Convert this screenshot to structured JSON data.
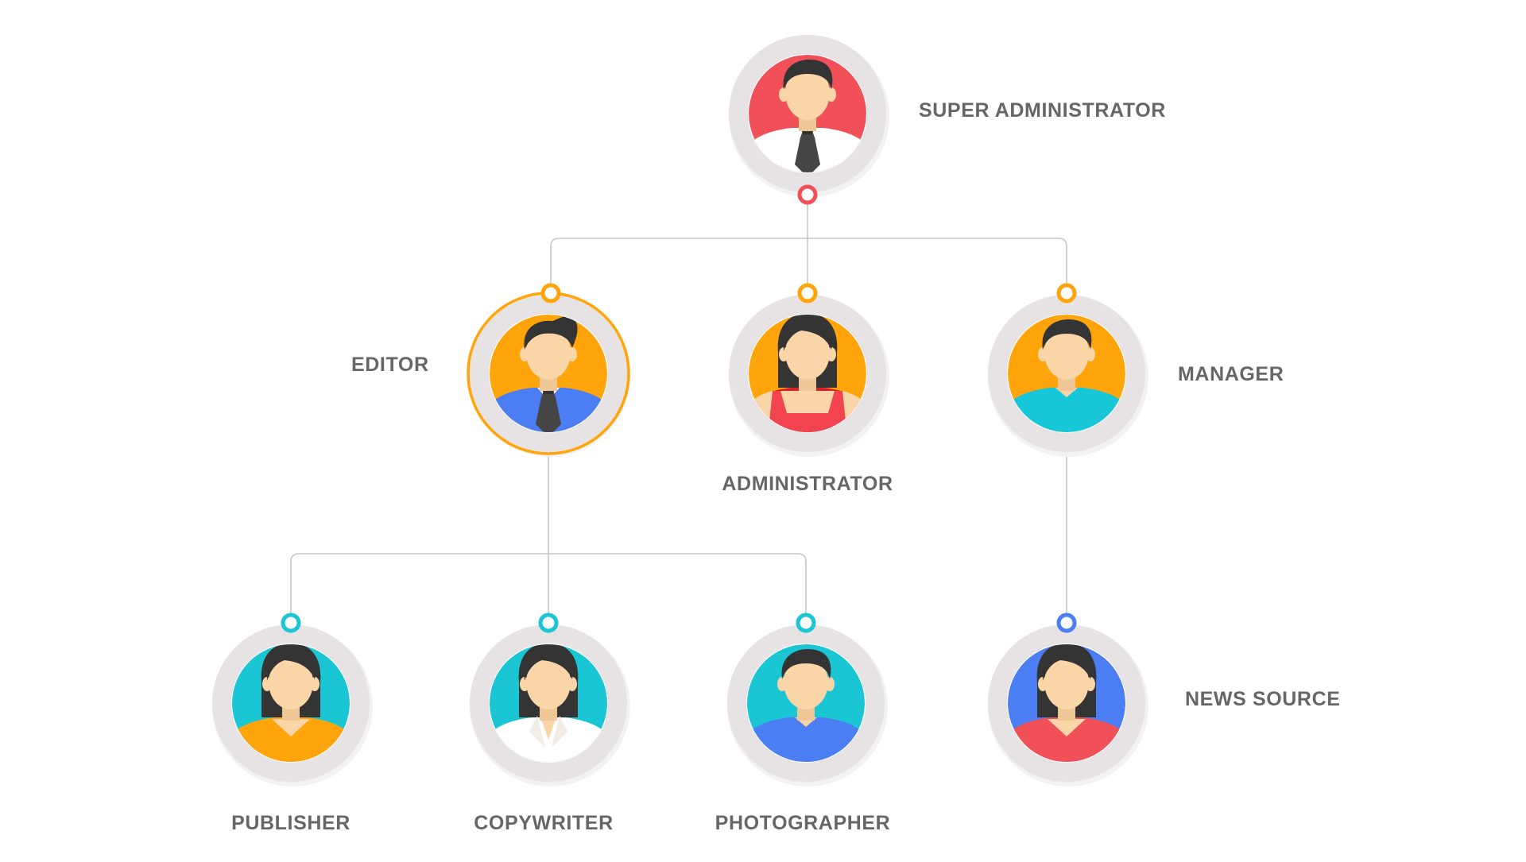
{
  "colors": {
    "connector": "#c7c7c7",
    "ring": "#e7e2e3",
    "red": "#f15058",
    "orange": "#ffa40a",
    "teal": "#1ac6d3",
    "blue": "#4a7ef2",
    "skin": "#f9d5a7",
    "hair": "#343434",
    "tie": "#454545",
    "label": "#666666"
  },
  "nodes": [
    {
      "id": "super_administrator",
      "label": "SUPER ADMINISTRATOR",
      "bg": "red",
      "figure": "man-shirt-tie",
      "connector": "red"
    },
    {
      "id": "editor",
      "label": "EDITOR",
      "bg": "orange",
      "figure": "man-blue-suit",
      "connector": "orange",
      "selected": true
    },
    {
      "id": "administrator",
      "label": "ADMINISTRATOR",
      "bg": "orange",
      "figure": "woman-red-dress",
      "connector": "orange"
    },
    {
      "id": "manager",
      "label": "MANAGER",
      "bg": "orange",
      "figure": "man-teal-shirt",
      "connector": "orange"
    },
    {
      "id": "publisher",
      "label": "PUBLISHER",
      "bg": "teal",
      "figure": "woman-orange-top",
      "connector": "teal"
    },
    {
      "id": "copywriter",
      "label": "COPYWRITER",
      "bg": "teal",
      "figure": "woman-white-shirt",
      "connector": "teal"
    },
    {
      "id": "photographer",
      "label": "PHOTOGRAPHER",
      "bg": "teal",
      "figure": "man-blue-shirt",
      "connector": "teal"
    },
    {
      "id": "news_source",
      "label": "NEWS SOURCE",
      "bg": "blue",
      "figure": "woman-red-top",
      "connector": "blue"
    }
  ],
  "edges": [
    {
      "from": "super_administrator",
      "to": "editor"
    },
    {
      "from": "super_administrator",
      "to": "administrator"
    },
    {
      "from": "super_administrator",
      "to": "manager"
    },
    {
      "from": "editor",
      "to": "publisher"
    },
    {
      "from": "editor",
      "to": "copywriter"
    },
    {
      "from": "editor",
      "to": "photographer"
    },
    {
      "from": "manager",
      "to": "news_source"
    }
  ]
}
